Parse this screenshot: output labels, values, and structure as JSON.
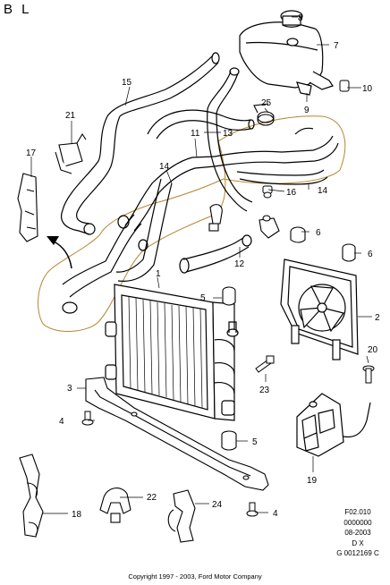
{
  "header": {
    "corner_label": "B L"
  },
  "callouts": [
    {
      "num": "1"
    },
    {
      "num": "2"
    },
    {
      "num": "3"
    },
    {
      "num": "4"
    },
    {
      "num": "4"
    },
    {
      "num": "5"
    },
    {
      "num": "5"
    },
    {
      "num": "6"
    },
    {
      "num": "6"
    },
    {
      "num": "7"
    },
    {
      "num": "8"
    },
    {
      "num": "9"
    },
    {
      "num": "10"
    },
    {
      "num": "11"
    },
    {
      "num": "12"
    },
    {
      "num": "13"
    },
    {
      "num": "14"
    },
    {
      "num": "14"
    },
    {
      "num": "15"
    },
    {
      "num": "16"
    },
    {
      "num": "17"
    },
    {
      "num": "18"
    },
    {
      "num": "19"
    },
    {
      "num": "20"
    },
    {
      "num": "21"
    },
    {
      "num": "22"
    },
    {
      "num": "23"
    },
    {
      "num": "24"
    },
    {
      "num": "25"
    }
  ],
  "reference_codes": [
    "F02.010",
    "0000000",
    "08-2003",
    "D X",
    "G 0012169 C"
  ],
  "footer": {
    "copyright": "Copyright 1997 - 2003, Ford Motor Company"
  },
  "colors": {
    "line": "#000000",
    "highlight_outline": "#b8862e",
    "background": "#ffffff"
  }
}
